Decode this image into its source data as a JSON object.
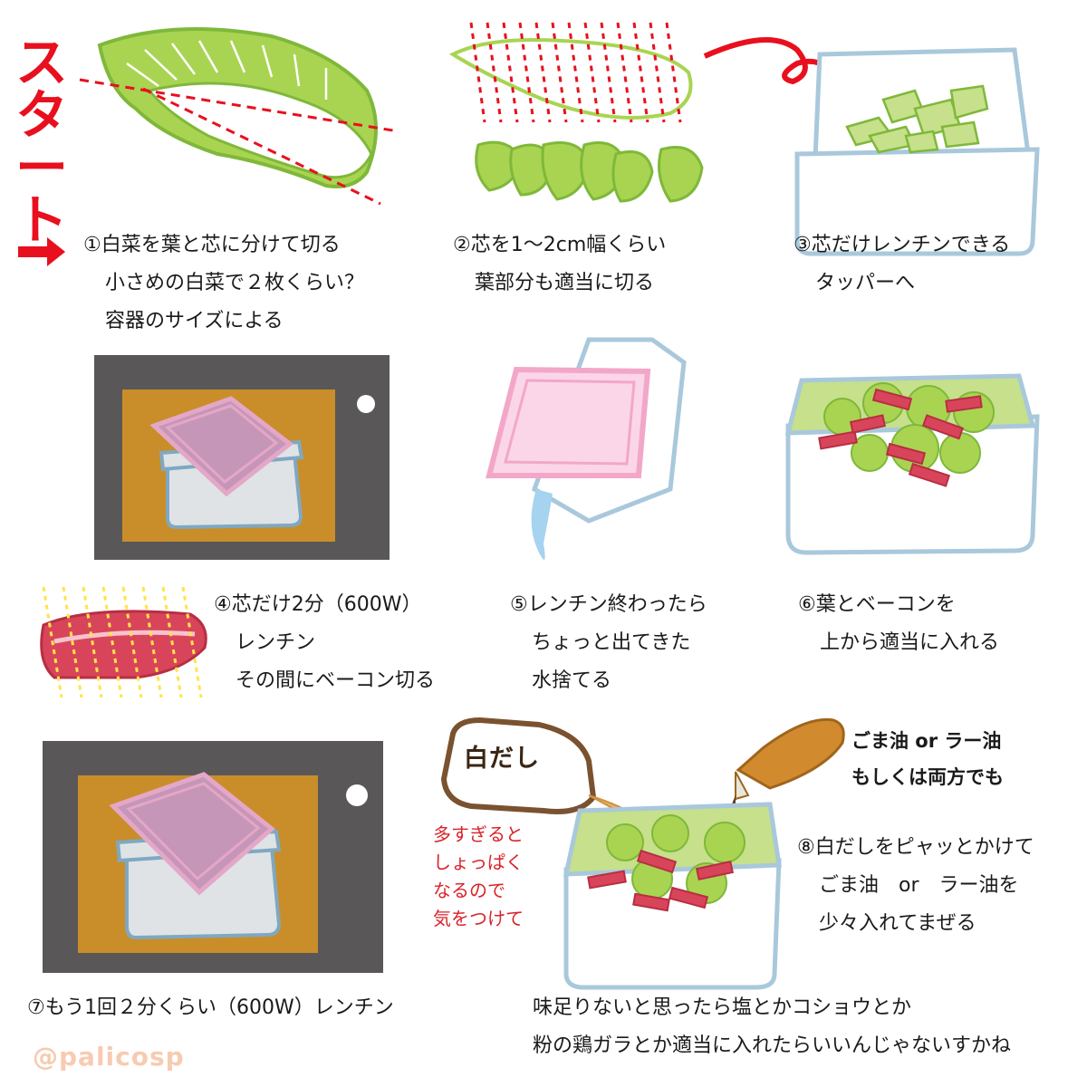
{
  "start_label": [
    "ス",
    "タ",
    "ー",
    "ト"
  ],
  "steps": {
    "s1": [
      "①白菜を葉と芯に分けて切る",
      "小さめの白菜で２枚くらい？",
      "容器のサイズによる"
    ],
    "s2": [
      "②芯を1〜2cm幅くらい",
      "葉部分も適当に切る"
    ],
    "s3": [
      "③芯だけレンチンできる",
      "タッパーへ"
    ],
    "s4": [
      "④芯だけ2分（600W）",
      "レンチン",
      "その間にベーコン切る"
    ],
    "s5": [
      "⑤レンチン終わったら",
      "ちょっと出てきた",
      "水捨てる"
    ],
    "s6": [
      "⑥葉とベーコンを",
      "上から適当に入れる"
    ],
    "s7": [
      "⑦もう1回２分くらい（600W）レンチン"
    ],
    "s8": [
      "⑧白だしをピャッとかけて",
      "ごま油　or　ラー油を",
      "少々入れてまぜる"
    ]
  },
  "bottle_label": "白だし",
  "red_note": [
    "多すぎると",
    "しょっぱく",
    "なるので",
    "気をつけて"
  ],
  "oil_note": [
    "ごま油 or ラー油",
    "もしくは両方でも"
  ],
  "final_note": [
    "味足りないと思ったら塩とかコショウとか",
    "粉の鶏ガラとか適当に入れたらいいんじゃないすかね"
  ],
  "credit": "@palicosp",
  "colors": {
    "accent_red": "#e8101e",
    "cabbage": "#a9d452",
    "cabbage_line": "#7fb83a",
    "container": "#a9c8dc",
    "lid_pink": "#f2a7c9",
    "microwave": "#595757",
    "microwave_window": "#c98e2a",
    "bacon": "#d8455a"
  }
}
